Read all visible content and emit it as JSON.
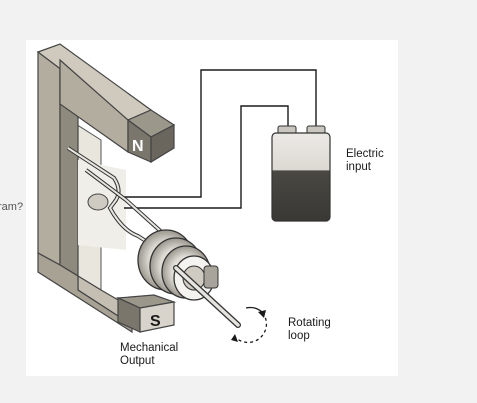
{
  "edge_text": "ram?",
  "diagram": {
    "north_label": "N",
    "south_label": "S",
    "electric_input_label": "Electric\ninput",
    "rotating_loop_label": "Rotating\nloop",
    "mechanical_output_label": "Mechanical\nOutput"
  },
  "colors": {
    "magnet_light": "#cfcabd",
    "magnet_mid": "#b3ad9f",
    "magnet_dark": "#8f8a7e",
    "pole_fill": "#7a766c",
    "battery_top": "#e2e0dc",
    "battery_bottom": "#4a4843",
    "wire": "#1a1a1a"
  }
}
